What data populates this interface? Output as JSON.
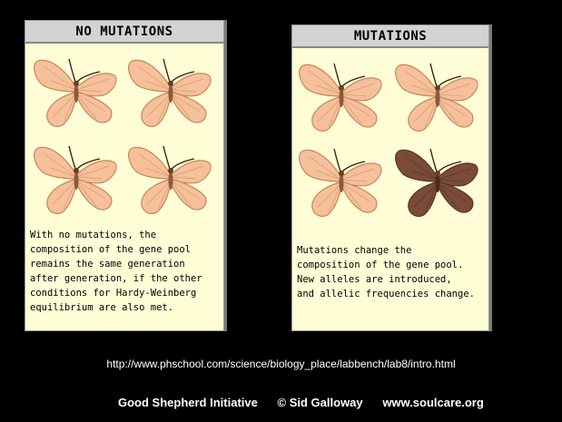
{
  "colors": {
    "background": "#000000",
    "panel_fill": "#fffdd6",
    "header_fill": "#d3d3d3",
    "normal_wing": "#f5c09a",
    "normal_wing_outline": "#c9865c",
    "mutant_wing": "#7a4b36",
    "mutant_wing_outline": "#5a3626"
  },
  "left_panel": {
    "title": "NO MUTATIONS",
    "butterflies": [
      "normal",
      "normal",
      "normal",
      "normal"
    ],
    "caption": "With no mutations, the\ncomposition of the gene pool\nremains the same generation\nafter generation, if the other\nconditions for Hardy-Weinberg\nequilibrium are also met."
  },
  "right_panel": {
    "title": "MUTATIONS",
    "butterflies": [
      "normal",
      "normal",
      "normal",
      "mutant"
    ],
    "caption": "Mutations change the\ncomposition of the gene pool.\nNew alleles are introduced,\nand allelic frequencies change."
  },
  "source_url": "http://www.phschool.com/science/biology_place/labbench/lab8/intro.html",
  "footer": {
    "organization": "Good Shepherd Initiative",
    "copyright": "© Sid Galloway",
    "website": "www.soulcare.org"
  }
}
